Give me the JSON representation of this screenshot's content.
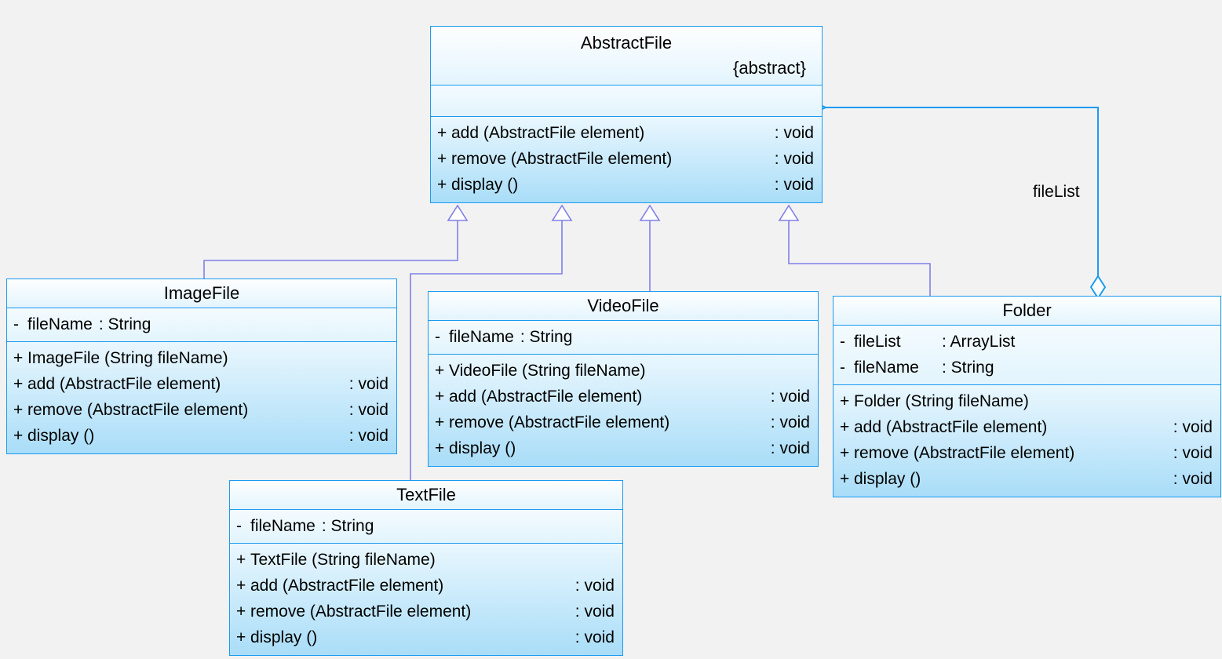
{
  "diagram": {
    "type": "uml-class-diagram",
    "background_color": "#f2f2f2",
    "class_border_color": "#1b9bf0",
    "inheritance_color": "#8080e8",
    "association_color": "#1b9bf0"
  },
  "classes": {
    "abstractfile": {
      "name": "AbstractFile",
      "stereotype": "{abstract}",
      "attributes": [],
      "operations": [
        {
          "vis": "+",
          "name": "add (AbstractFile element)",
          "ret": ": void"
        },
        {
          "vis": "+",
          "name": "remove (AbstractFile element)",
          "ret": ": void"
        },
        {
          "vis": "+",
          "name": "display ()",
          "ret": ": void"
        }
      ]
    },
    "imagefile": {
      "name": "ImageFile",
      "attributes": [
        {
          "vis": "-",
          "name": "fileName",
          "type": ": String"
        }
      ],
      "operations": [
        {
          "vis": "+",
          "name": "ImageFile (String fileName)",
          "ret": ""
        },
        {
          "vis": "+",
          "name": "add (AbstractFile element)",
          "ret": ": void"
        },
        {
          "vis": "+",
          "name": "remove (AbstractFile element)",
          "ret": ": void"
        },
        {
          "vis": "+",
          "name": "display ()",
          "ret": ": void"
        }
      ]
    },
    "videofile": {
      "name": "VideoFile",
      "attributes": [
        {
          "vis": "-",
          "name": "fileName",
          "type": ": String"
        }
      ],
      "operations": [
        {
          "vis": "+",
          "name": "VideoFile (String fileName)",
          "ret": ""
        },
        {
          "vis": "+",
          "name": "add (AbstractFile element)",
          "ret": ": void"
        },
        {
          "vis": "+",
          "name": "remove (AbstractFile element)",
          "ret": ": void"
        },
        {
          "vis": "+",
          "name": "display ()",
          "ret": ": void"
        }
      ]
    },
    "textfile": {
      "name": "TextFile",
      "attributes": [
        {
          "vis": "-",
          "name": "fileName",
          "type": ": String"
        }
      ],
      "operations": [
        {
          "vis": "+",
          "name": "TextFile (String fileName)",
          "ret": ""
        },
        {
          "vis": "+",
          "name": "add (AbstractFile element)",
          "ret": ": void"
        },
        {
          "vis": "+",
          "name": "remove (AbstractFile element)",
          "ret": ": void"
        },
        {
          "vis": "+",
          "name": "display ()",
          "ret": ": void"
        }
      ]
    },
    "folder": {
      "name": "Folder",
      "attributes": [
        {
          "vis": "-",
          "name": "fileList",
          "type": ": ArrayList"
        },
        {
          "vis": "-",
          "name": "fileName",
          "type": ": String"
        }
      ],
      "operations": [
        {
          "vis": "+",
          "name": "Folder (String fileName)",
          "ret": ""
        },
        {
          "vis": "+",
          "name": "add (AbstractFile element)",
          "ret": ": void"
        },
        {
          "vis": "+",
          "name": "remove (AbstractFile element)",
          "ret": ": void"
        },
        {
          "vis": "+",
          "name": "display ()",
          "ret": ": void"
        }
      ]
    }
  },
  "relationships": {
    "aggregation_label": "fileList"
  }
}
